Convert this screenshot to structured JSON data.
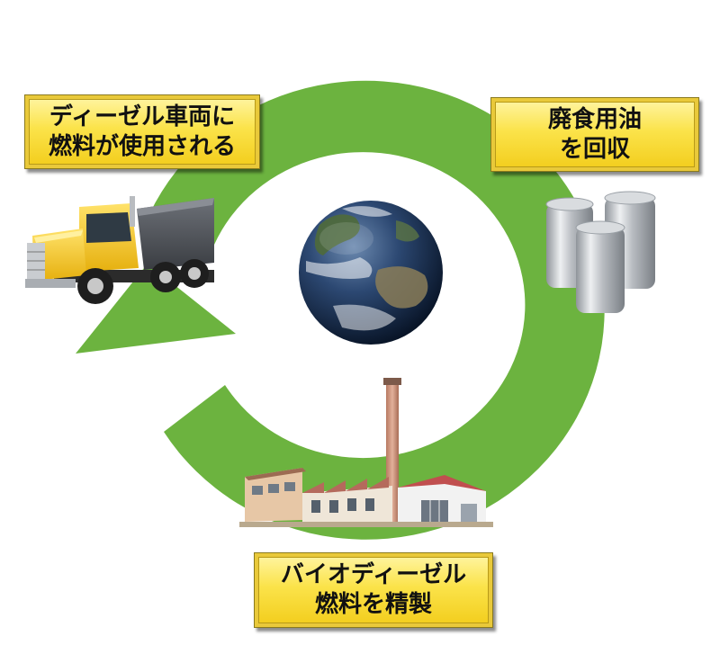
{
  "labels": {
    "diesel_use": [
      "ディーゼル車両に",
      "燃料が使用される"
    ],
    "collect_oil": [
      "廃食用油",
      "を回収"
    ],
    "refine_fuel": [
      "バイオディーゼル",
      "燃料を精製"
    ]
  },
  "icons": {
    "center": "earth-globe-icon",
    "top_left": "dump-truck-icon",
    "right": "metal-cans-icon",
    "bottom": "refinery-factory-icon"
  },
  "colors": {
    "cycle_arrow": "#6cb33f",
    "label_fill": "#f7d83a"
  }
}
